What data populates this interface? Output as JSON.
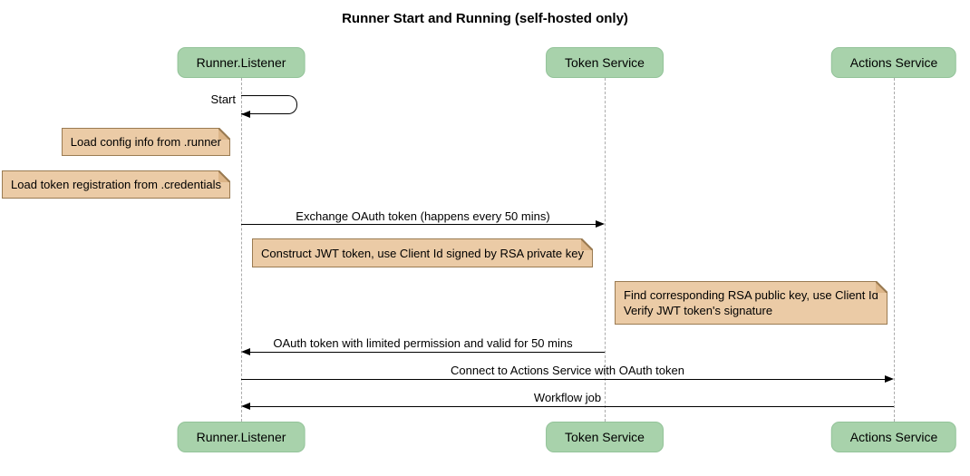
{
  "title": "Runner Start and Running (self-hosted only)",
  "participants": [
    {
      "name": "Runner.Listener"
    },
    {
      "name": "Token Service"
    },
    {
      "name": "Actions Service"
    }
  ],
  "messages": {
    "start": "Start",
    "exchange_oauth": "Exchange OAuth token (happens every 50 mins)",
    "oauth_return": "OAuth token with limited permission and valid for 50 mins",
    "connect": "Connect to Actions Service with OAuth token",
    "workflow_job": "Workflow job"
  },
  "notes": {
    "load_config": "Load config info from .runner",
    "load_credentials": "Load token registration from .credentials",
    "construct_jwt": "Construct JWT token, use Client Id signed by RSA private key",
    "verify_line1": "Find corresponding RSA public key, use Client Id",
    "verify_line2": "Verify JWT token's signature"
  },
  "colors": {
    "background": "#ffffff",
    "participant_fill": "#a8d2ab",
    "participant_border": "#93c399",
    "note_fill": "#ebcba6",
    "note_border": "#9a7b52",
    "note_fold": "#dcb588",
    "lifeline": "#ababab",
    "arrow": "#000000",
    "text": "#000000"
  }
}
